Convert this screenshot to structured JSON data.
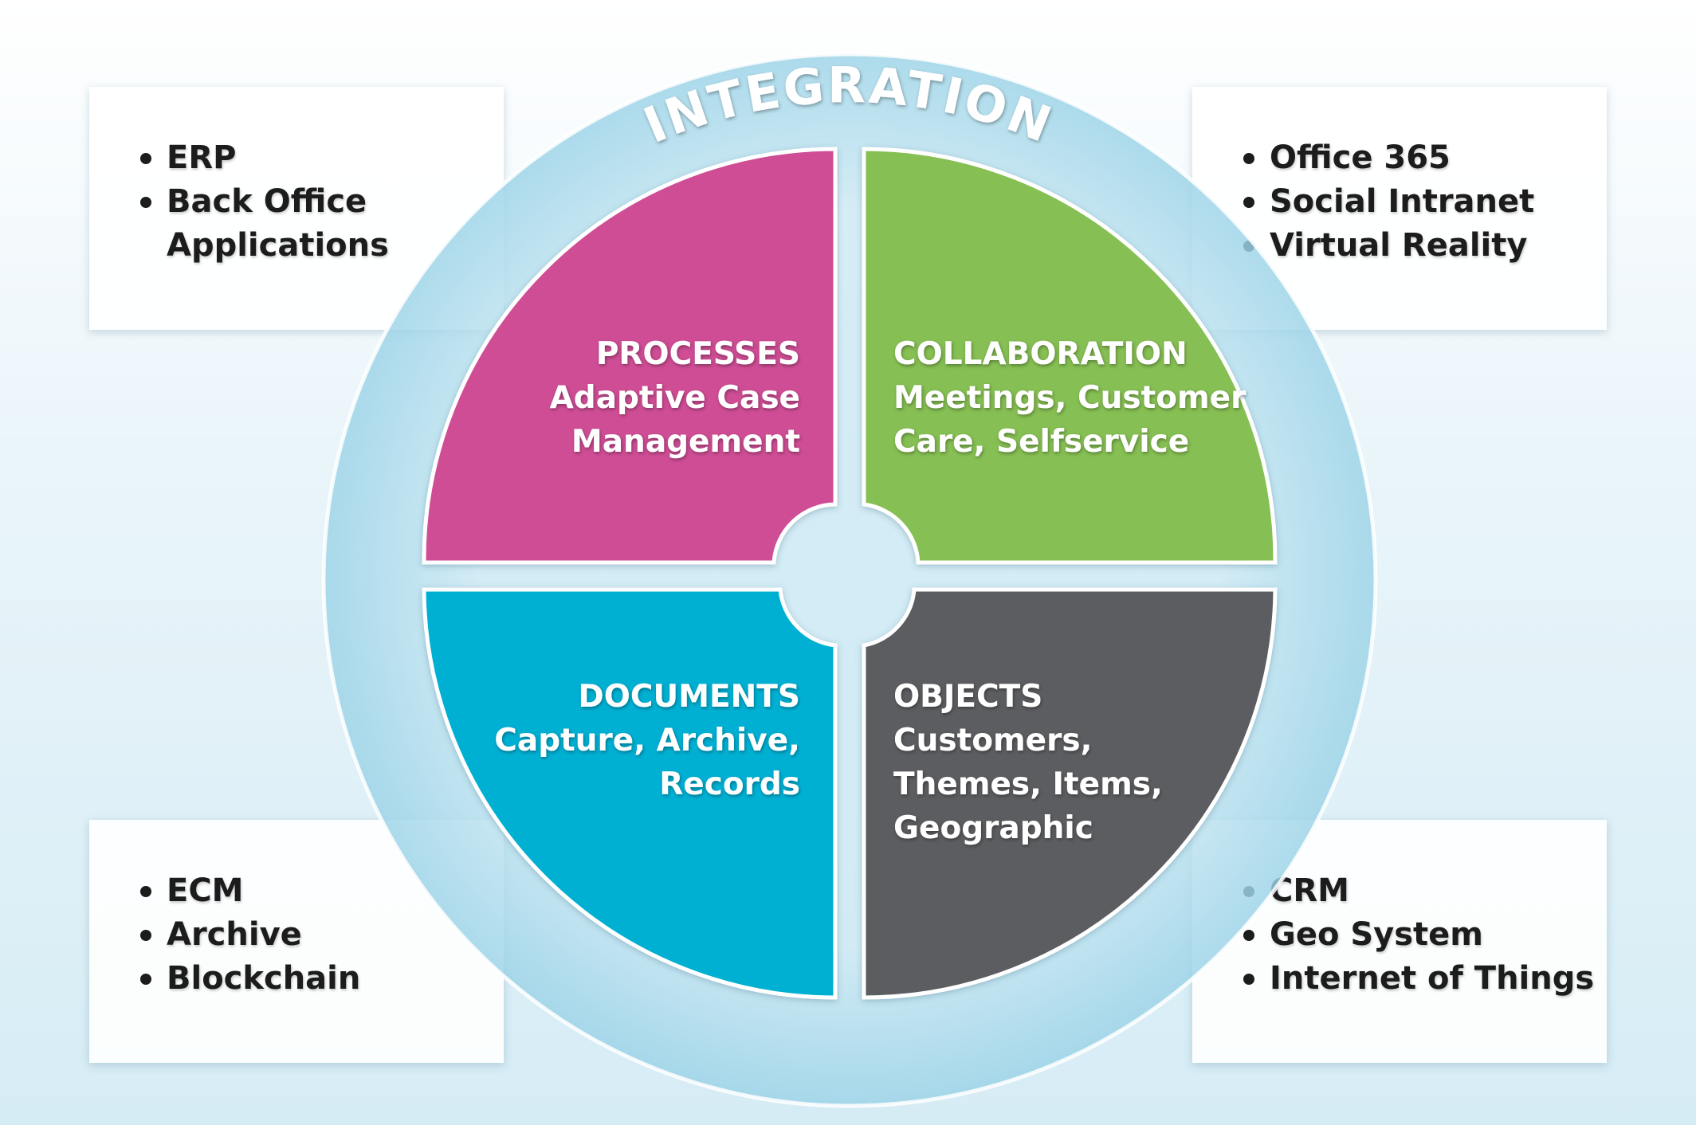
{
  "ring": {
    "label": "INTEGRATION",
    "color": "#8fd0e6"
  },
  "quadrants": [
    {
      "id": "processes",
      "title": "PROCESSES",
      "lines": [
        "Adaptive Case",
        "Management"
      ],
      "color": "#cf4d95"
    },
    {
      "id": "collaboration",
      "title": "COLLABORATION",
      "lines": [
        "Meetings, Customer",
        "Care, Selfservice"
      ],
      "color": "#86bf53"
    },
    {
      "id": "documents",
      "title": "DOCUMENTS",
      "lines": [
        "Capture, Archive,",
        "Records"
      ],
      "color": "#00b0d3"
    },
    {
      "id": "objects",
      "title": "OBJECTS",
      "lines": [
        "Customers,",
        "Themes, Items,",
        "Geographic"
      ],
      "color": "#5c5d60"
    }
  ],
  "corner_boxes": {
    "top_left": [
      "ERP",
      "Back Office Applications"
    ],
    "top_right": [
      "Office 365",
      "Social Intranet",
      "Virtual Reality"
    ],
    "bottom_left": [
      "ECM",
      "Archive",
      "Blockchain"
    ],
    "bottom_right": [
      "CRM",
      "Geo System",
      "Internet of Things"
    ]
  }
}
